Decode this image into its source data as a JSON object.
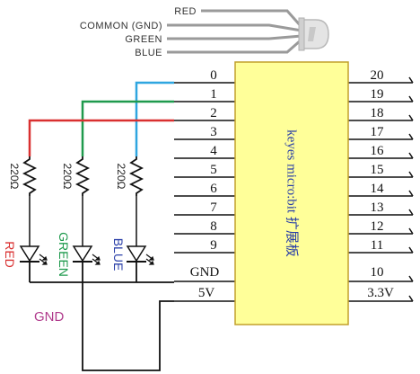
{
  "rgb_led": {
    "pin_labels": [
      "RED",
      "COMMON (GND)",
      "GREEN",
      "BLUE"
    ]
  },
  "board": {
    "label": "keyes micro:bit 扩展板",
    "left_pins": [
      "0",
      "1",
      "2",
      "3",
      "4",
      "5",
      "6",
      "7",
      "8",
      "9",
      "GND",
      "5V"
    ],
    "right_pins": [
      "20",
      "19",
      "18",
      "17",
      "16",
      "15",
      "14",
      "13",
      "12",
      "11",
      "10",
      "3.3V"
    ],
    "fill_color": "#ffff99",
    "border_color": "#c2a02c"
  },
  "resistors": [
    {
      "label": "220Ω"
    },
    {
      "label": "220Ω"
    },
    {
      "label": "220Ω"
    }
  ],
  "leds": [
    {
      "label": "RED",
      "color": "#d93030"
    },
    {
      "label": "GREEN",
      "color": "#1f9a4d"
    },
    {
      "label": "BLUE",
      "color": "#2a3fa8"
    }
  ],
  "wire_colors": {
    "red": "#d93030",
    "green": "#1f9a4d",
    "blue": "#2fa6e0",
    "ground": "#000000"
  },
  "ground_label": "GND",
  "ground_label_color": "#b03a8c"
}
